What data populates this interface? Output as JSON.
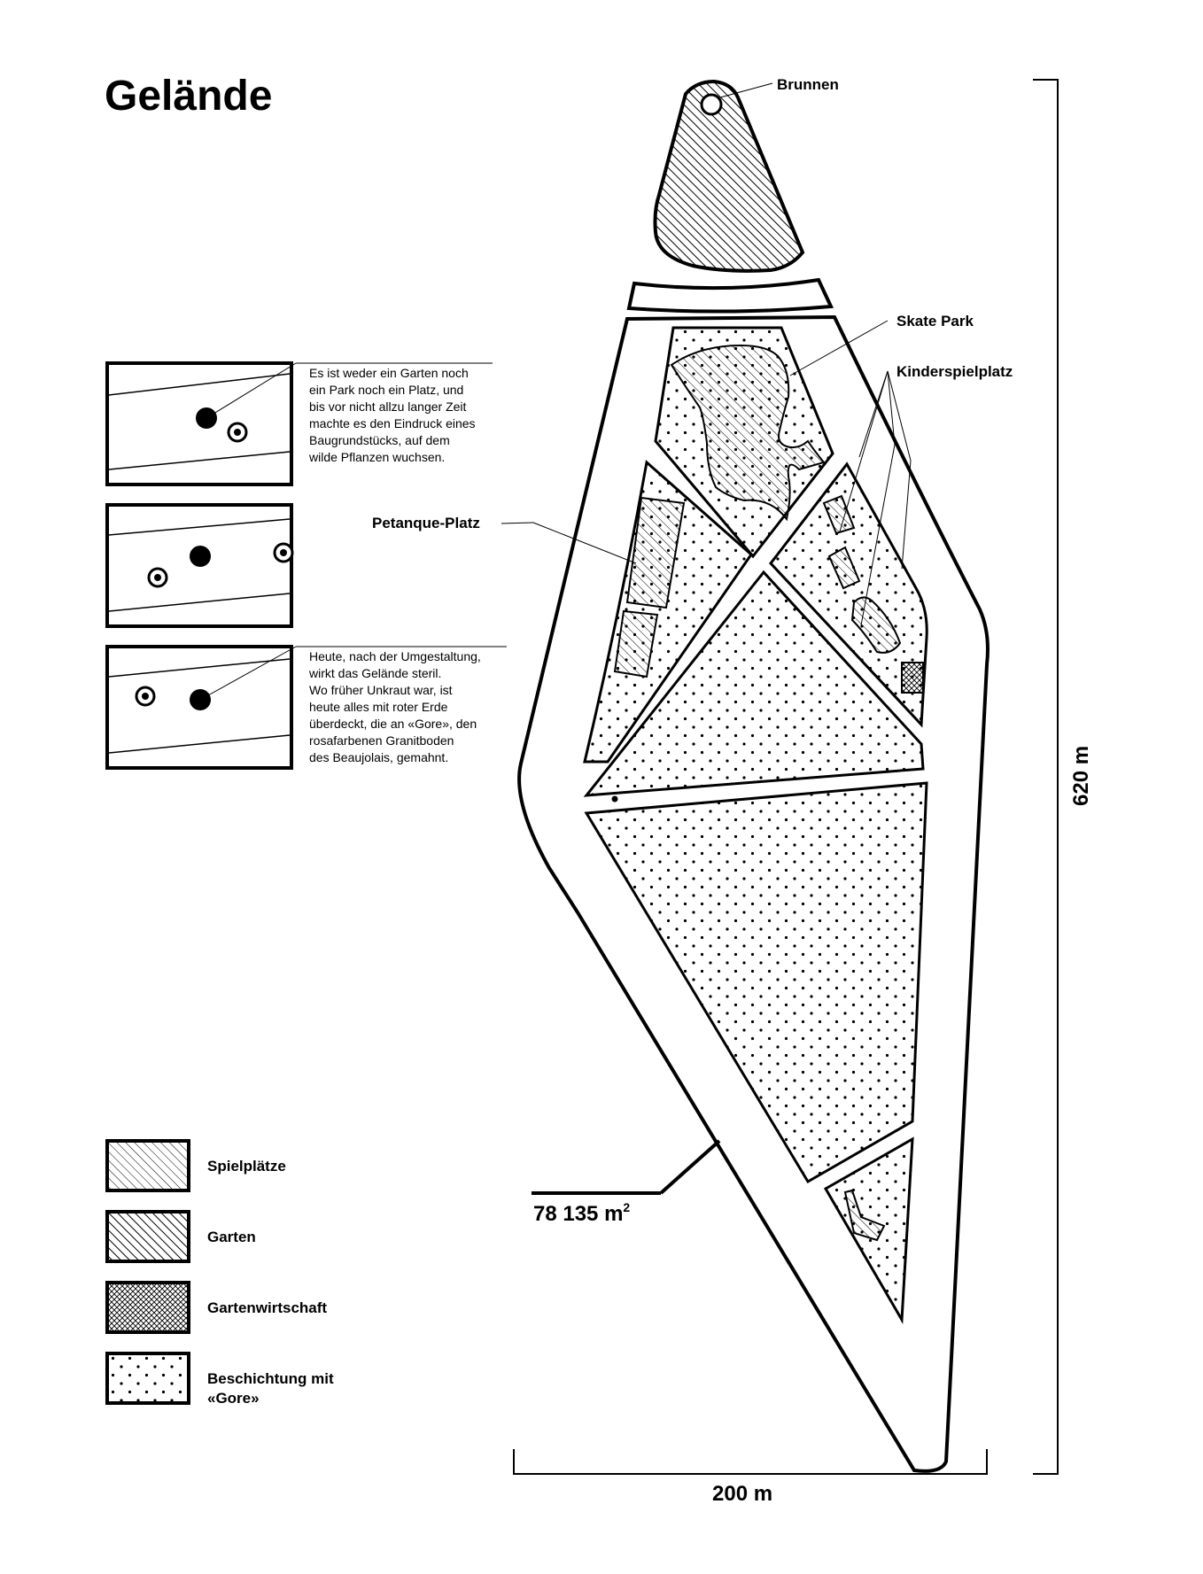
{
  "title": "Gelände",
  "labels": {
    "brunnen": "Brunnen",
    "skate_park": "Skate Park",
    "kinderspielplatz": "Kinderspielplatz",
    "petanque": "Petanque-Platz"
  },
  "texts": {
    "intro_lines": [
      "Es ist weder ein Garten noch",
      "ein Park noch ein Platz, und",
      "bis vor nicht allzu langer Zeit",
      "machte es den Eindruck eines",
      "Baugrundstücks, auf dem",
      "wilde Pflanzen wuchsen."
    ],
    "after_lines": [
      "Heute, nach der Umgestaltung,",
      "wirkt das Gelände steril.",
      "Wo früher Unkraut war, ist",
      "heute alles mit roter Erde",
      "überdeckt, die an «Gore», den",
      "rosafarbenen Granitboden",
      "des Beaujolais, gemahnt."
    ]
  },
  "dimensions": {
    "height": "620 m",
    "width": "200 m",
    "area_value": "78 135 m",
    "area_exp": "2"
  },
  "legend": [
    {
      "key": "spielplaetze",
      "label_lines": [
        "Spielplätze"
      ]
    },
    {
      "key": "garten",
      "label_lines": [
        "Garten"
      ]
    },
    {
      "key": "gartenwirtschaft",
      "label_lines": [
        "Gartenwirtschaft"
      ]
    },
    {
      "key": "gore",
      "label_lines": [
        "Beschichtung mit",
        "«Gore»"
      ]
    }
  ]
}
